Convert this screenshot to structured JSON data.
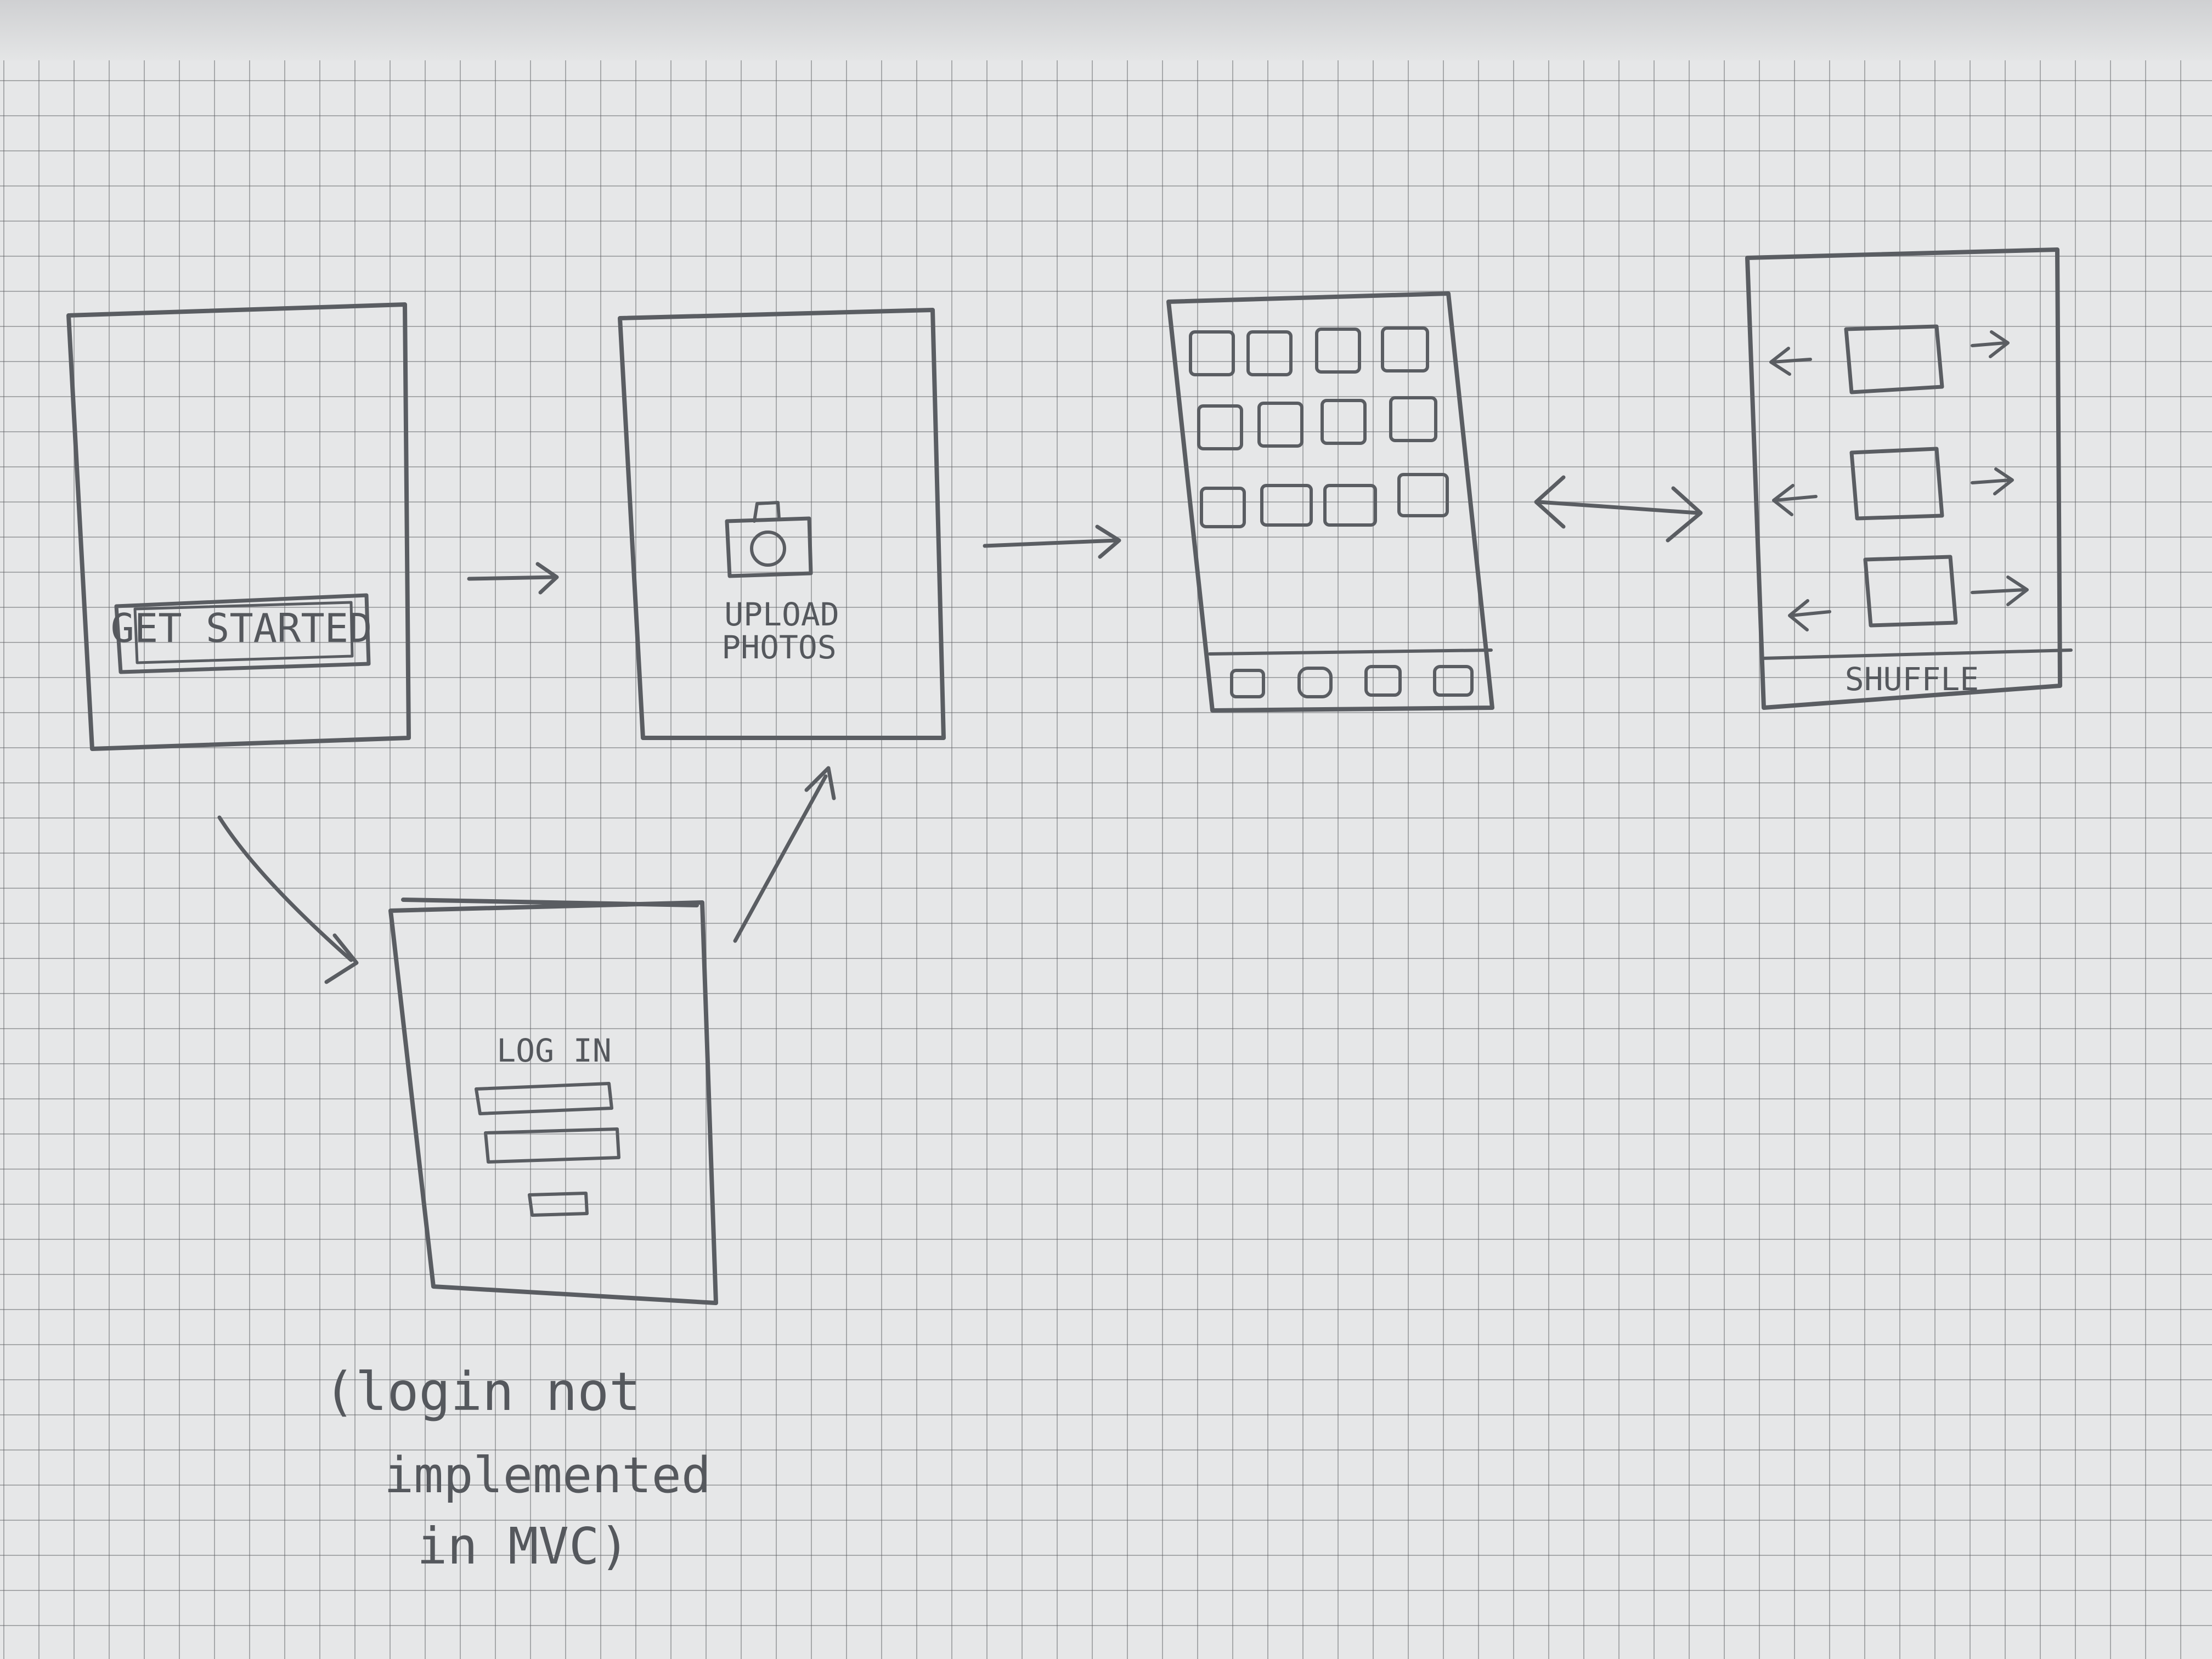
{
  "sketch": {
    "screens": {
      "welcome": {
        "button_label": "GET STARTED"
      },
      "upload": {
        "label_line1": "UPLOAD",
        "label_line2": "PHOTOS",
        "icon": "camera-icon"
      },
      "gallery": {
        "thumbnail_rows": 3,
        "thumbnails_per_row": 4,
        "bottom_bar_items": 4
      },
      "detail": {
        "button_label": "SHUFFLE",
        "arrow_left_icon": "arrow-left-icon",
        "arrow_right_icon": "arrow-right-icon"
      },
      "login": {
        "title": "LOG IN",
        "fields": 2,
        "submit_button": 1
      }
    },
    "note": {
      "line1": "(login not",
      "line2": "implemented",
      "line3": "in MVC)"
    }
  },
  "colors": {
    "paper": "#e6e7e8",
    "grid": "#8b8c90",
    "pencil": "#5a5d62"
  }
}
